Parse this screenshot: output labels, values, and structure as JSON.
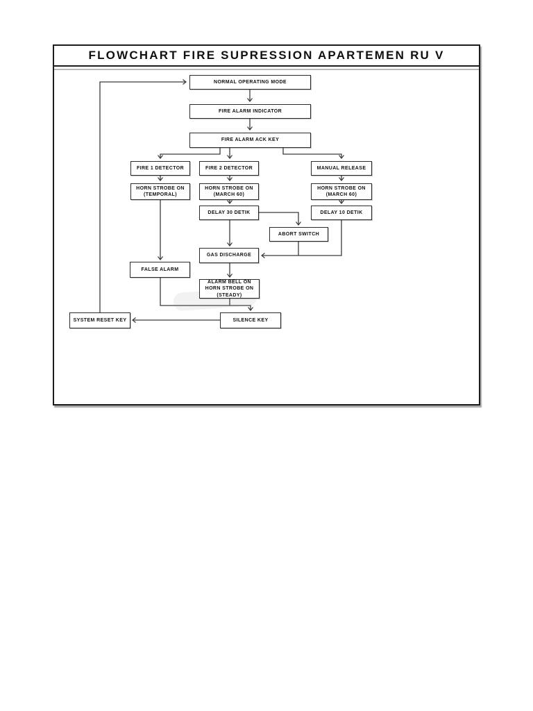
{
  "title": "FLOWCHART FIRE SUPRESSION APARTEMEN RU V",
  "flowchart": {
    "nodes": {
      "normal_operating_mode": "NORMAL OPERATING MODE",
      "fire_alarm_indicator": "FIRE ALARM INDICATOR",
      "fire_alarm_ack_key": "FIRE ALARM ACK KEY",
      "fire1_detector": "FIRE 1 DETECTOR",
      "fire2_detector": "FIRE 2 DETECTOR",
      "manual_release": "MANUAL RELEASE",
      "horn_strobe_temporal": "HORN STROBE ON\n(TEMPORAL)",
      "horn_strobe_march_mid": "HORN STROBE ON\n(MARCH 60)",
      "horn_strobe_march_right": "HORN STROBE ON\n(MARCH 60)",
      "delay_30_detik": "DELAY 30 DETIK",
      "delay_10_detik": "DELAY 10 DETIK",
      "abort_switch": "ABORT SWITCH",
      "gas_discharge": "GAS DISCHARGE",
      "alarm_bell_on": "ALARM BELL ON\nHORN STROBE ON\n(STEADY)",
      "false_alarm": "FALSE ALARM",
      "system_reset_key": "SYSTEM RESET KEY",
      "silence_key": "SILENCE KEY"
    }
  }
}
